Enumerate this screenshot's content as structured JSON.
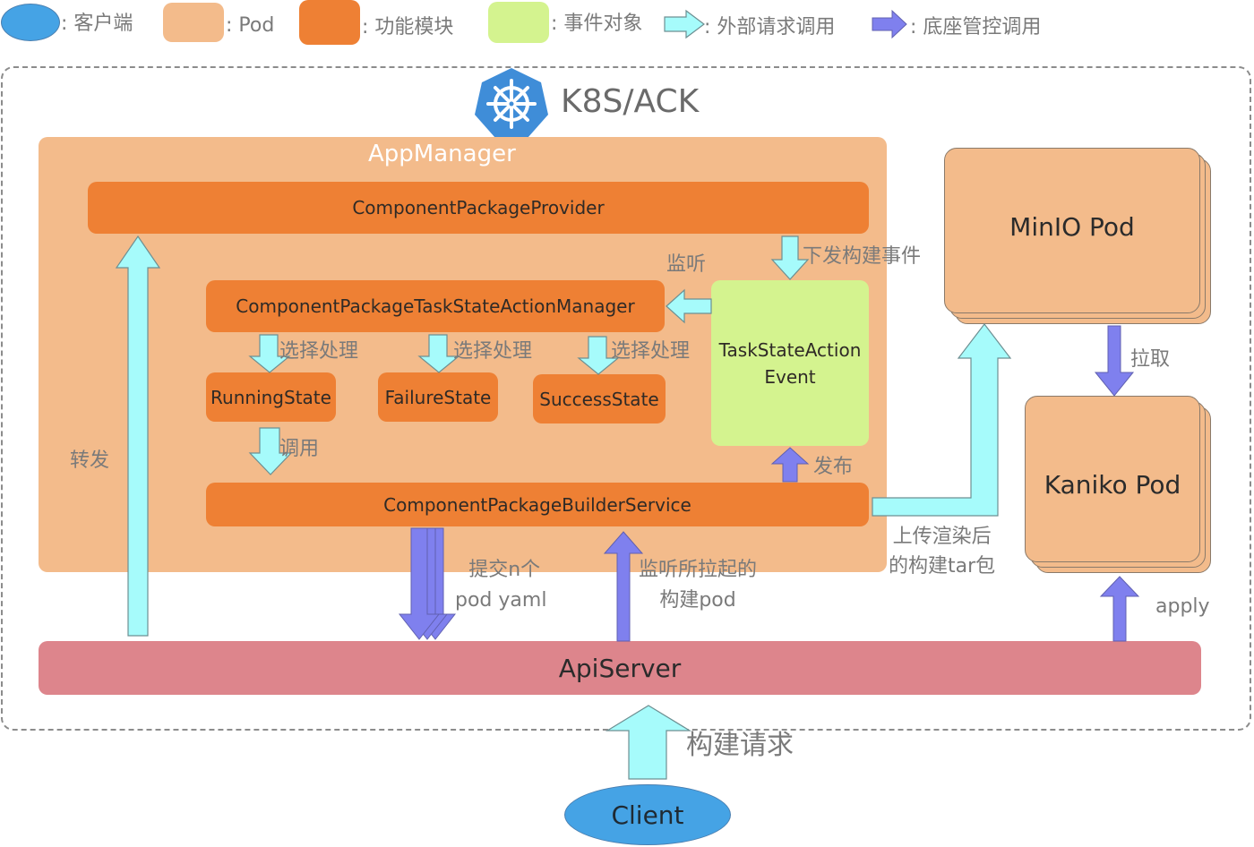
{
  "legend": [
    {
      "shape": "ellipse",
      "color": "#45a3e5",
      "label": ": 客户端"
    },
    {
      "shape": "rounded-rect",
      "color": "#f3bb8b",
      "label": ": Pod"
    },
    {
      "shape": "rounded-rect",
      "color": "#ee8034",
      "label": ": 功能模块"
    },
    {
      "shape": "rounded-rect",
      "color": "#d4f38f",
      "label": ": 事件对象"
    },
    {
      "shape": "arrow",
      "color": "#a6fbfb",
      "label": ": 外部请求调用"
    },
    {
      "shape": "arrow",
      "color": "#7f80ee",
      "label": ": 底座管控调用"
    }
  ],
  "cluster": {
    "title": "K8S/ACK",
    "icon": "kubernetes-helm-icon"
  },
  "app_manager": {
    "title": "AppManager",
    "provider": "ComponentPackageProvider",
    "task_manager": "ComponentPackageTaskStateActionManager",
    "states": [
      "RunningState",
      "FailureState",
      "SuccessState"
    ],
    "builder": "ComponentPackageBuilderService",
    "event_line1": "TaskStateAction",
    "event_line2": "Event"
  },
  "pods": {
    "minio": "MinIO Pod",
    "kaniko": "Kaniko Pod"
  },
  "api_server": "ApiServer",
  "client": "Client",
  "edge_labels": {
    "forward": "转发",
    "listen": "监听",
    "dispatch_build_event": "下发构建事件",
    "select_handle": "选择处理",
    "invoke": "调用",
    "publish": "发布",
    "submit_line1": "提交n个",
    "submit_line2": "pod yaml",
    "watch_line1": "监听所拉起的",
    "watch_line2": "构建pod",
    "upload_line1": "上传渲染后",
    "upload_line2": "的构建tar包",
    "pull": "拉取",
    "apply": "apply",
    "build_request": "构建请求"
  },
  "colors": {
    "external_arrow": "#a6fbfb",
    "control_arrow": "#7f80ee",
    "pod": "#f3bb8b",
    "module": "#ee8034",
    "event": "#d4f38f",
    "api_server": "#dd858c",
    "client": "#45a3e5"
  }
}
